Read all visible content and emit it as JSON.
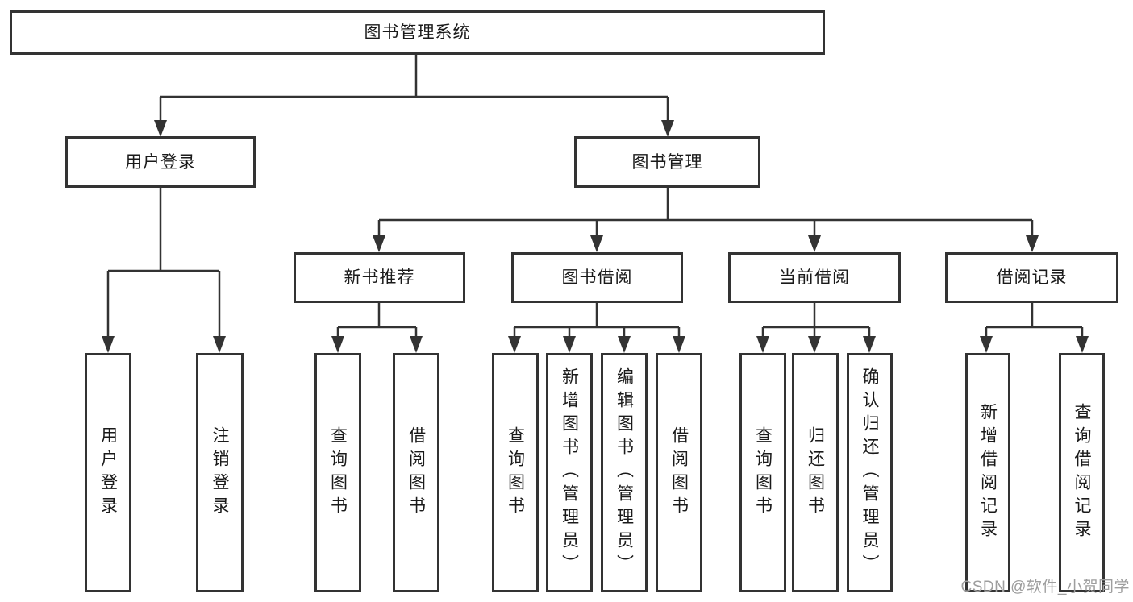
{
  "root": {
    "label": "图书管理系统"
  },
  "level1": {
    "user_login": {
      "label": "用户登录"
    },
    "book_management": {
      "label": "图书管理"
    }
  },
  "level2": {
    "new_book_recommend": {
      "label": "新书推荐"
    },
    "book_borrow": {
      "label": "图书借阅"
    },
    "current_borrow": {
      "label": "当前借阅"
    },
    "borrow_records": {
      "label": "借阅记录"
    }
  },
  "leaves": {
    "user_login_leaf": {
      "label": "用户登录"
    },
    "logout": {
      "label": "注销登录"
    },
    "nb_query_books": {
      "label": "查询图书"
    },
    "nb_borrow_books": {
      "label": "借阅图书"
    },
    "bb_query_books": {
      "label": "查询图书"
    },
    "bb_add_books": {
      "label": "新增图书（管理员）"
    },
    "bb_edit_books": {
      "label": "编辑图书（管理员）"
    },
    "bb_borrow_books": {
      "label": "借阅图书"
    },
    "cb_query_books": {
      "label": "查询图书"
    },
    "cb_return_books": {
      "label": "归还图书"
    },
    "cb_confirm_return": {
      "label": "确认归还（管理员）"
    },
    "br_add_record": {
      "label": "新增借阅记录"
    },
    "br_query_record": {
      "label": "查询借阅记录"
    }
  },
  "watermark": {
    "text": "CSDN @软件_小贺同学"
  },
  "colors": {
    "line": "#333333",
    "box_border": "#333333",
    "text": "#1a1a1a",
    "watermark": "#9e9e9e",
    "background": "#ffffff"
  }
}
